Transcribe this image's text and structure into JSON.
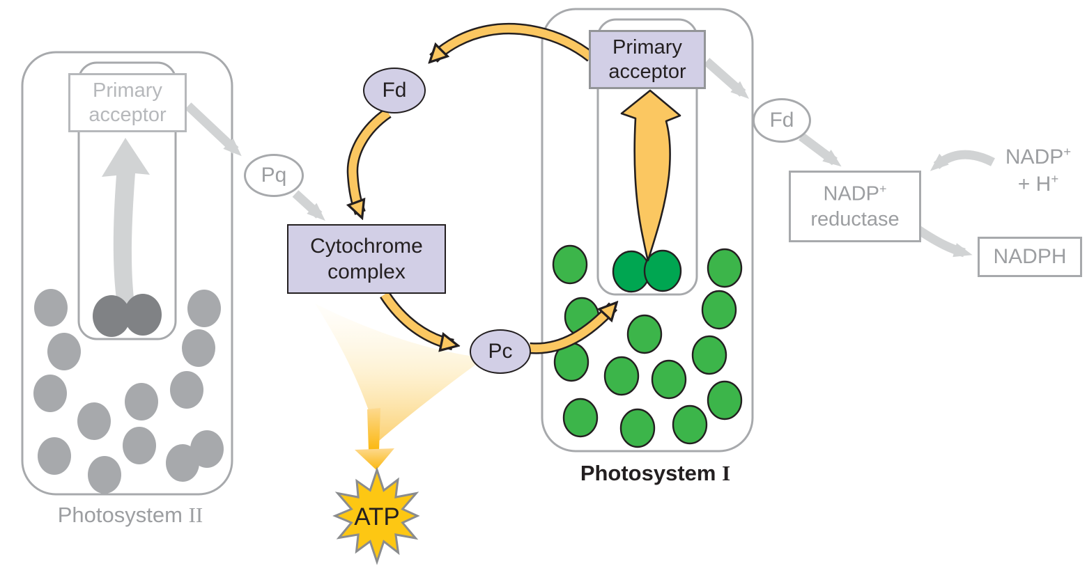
{
  "colors": {
    "ink": "#231F20",
    "lavender": "#D2CFE6",
    "yellow": "#FBC761",
    "yellow_deep": "#FBB80F",
    "star_yellow": "#FDC713",
    "star_outline": "#8A8C8E",
    "beam_top": "#FFFBEF",
    "beam_mid": "#FDE9B5",
    "beam_bottom": "#FBCE6B",
    "green": "#3CB54A",
    "green_dark": "#00A651",
    "gray_light": "#D1D3D4",
    "gray_mid": "#A7A9AC",
    "gray_dark": "#808285",
    "gray_text": "#9C9EA1",
    "disabled": "#B6B8BB",
    "box_border_gray": "#939598"
  },
  "photosystem2": {
    "label_word": "Photosystem",
    "label_numeral": "II",
    "primary_acceptor_line1": "Primary",
    "primary_acceptor_line2": "acceptor"
  },
  "photosystem1": {
    "label_word": "Photosystem",
    "label_numeral": "I",
    "primary_acceptor_line1": "Primary",
    "primary_acceptor_line2": "acceptor"
  },
  "carriers": {
    "pq_label": "Pq",
    "fd_cycle_label": "Fd",
    "pc_label": "Pc",
    "fd_right_label": "Fd"
  },
  "cytochrome_complex": {
    "line1": "Cytochrome",
    "line2": "complex"
  },
  "nadp_reductase": {
    "name": "NADP",
    "name_sup": "+",
    "line2": "reductase"
  },
  "nadp_substrate": {
    "line1": "NADP",
    "line1_sup": "+",
    "line2": "+ H",
    "line2_sup": "+"
  },
  "nadph_label": "NADPH",
  "atp_label": "ATP"
}
